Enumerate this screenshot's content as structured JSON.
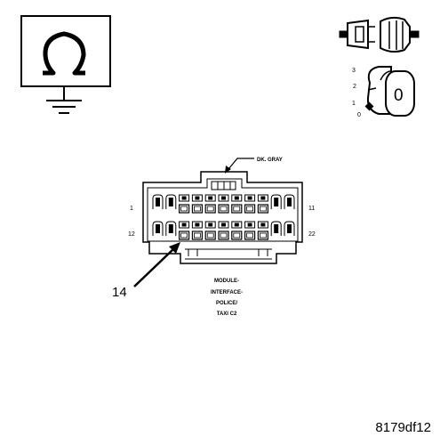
{
  "wire_label": "DK. GRAY",
  "pin_labels": {
    "top_left": "1",
    "top_right": "11",
    "bottom_left": "12",
    "bottom_right": "22"
  },
  "callout_number": "14",
  "connector_name_lines": [
    "MODULE-",
    "INTERFACE-",
    "POLICE/",
    "TAXI C2"
  ],
  "ignition_positions": [
    "3",
    "2",
    "1",
    "0"
  ],
  "key_letter": "0",
  "figure_id": "8179df12",
  "icons": {
    "ground_symbol": "ohm-ground-icon",
    "connector_plug": "connector-plug-icon",
    "ignition": "ignition-switch-icon"
  }
}
